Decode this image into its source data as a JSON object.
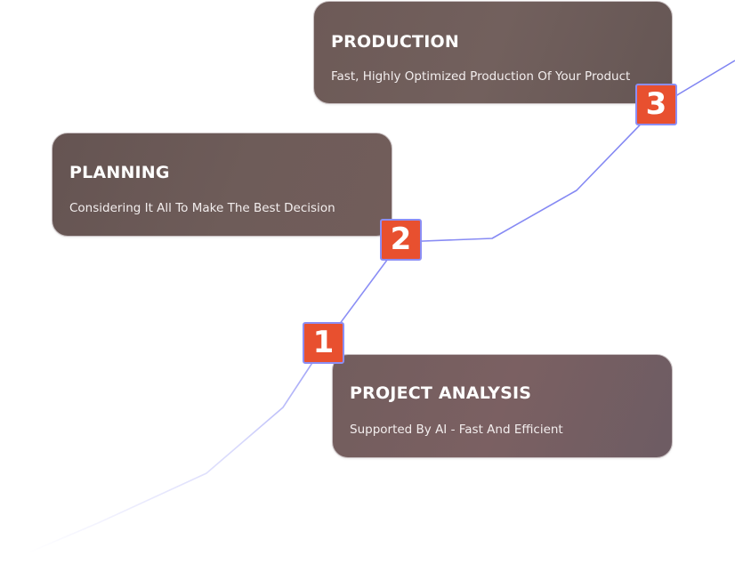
{
  "steps": [
    {
      "number": "1",
      "title": "PROJECT ANALYSIS",
      "description": "Supported By AI - Fast And Efficient"
    },
    {
      "number": "2",
      "title": "PLANNING",
      "description": "Considering It All To Make The Best Decision"
    },
    {
      "number": "3",
      "title": "PRODUCTION",
      "description": "Fast, Highly Optimized Production Of Your Product"
    }
  ],
  "colors": {
    "badge": "#e8502f",
    "badge_border": "#8b8ef5",
    "line": "#8b8ef5",
    "card": "#6e5c59"
  }
}
